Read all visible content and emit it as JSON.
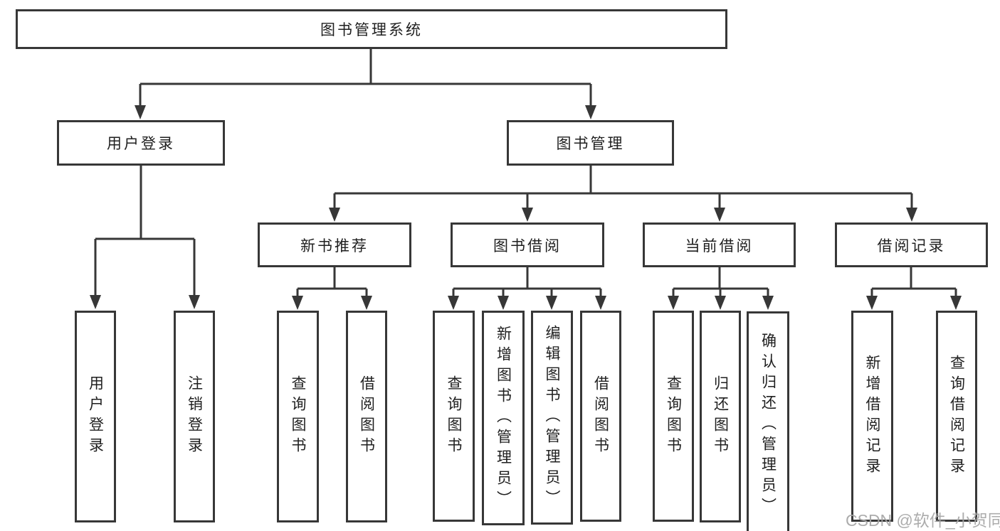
{
  "diagram_title": "图书管理系统",
  "nodes": {
    "root": "图书管理系统",
    "user_login": "用户登录",
    "book_mgmt": "图书管理",
    "new_book_rec": "新书推荐",
    "book_borrow": "图书借阅",
    "current_borrow": "当前借阅",
    "borrow_record": "借阅记录",
    "ul_login": "用户登录",
    "ul_logout": "注销登录",
    "nbr_query": "查询图书",
    "nbr_borrow": "借阅图书",
    "bb_query": "查询图书",
    "bb_add": "新增图书（管理员）",
    "bb_edit": "编辑图书（管理员）",
    "bb_borrow": "借阅图书",
    "cb_query": "查询图书",
    "cb_return": "归还图书",
    "cb_confirm": "确认归还（管理员）",
    "br_add": "新增借阅记录",
    "br_query": "查询借阅记录"
  },
  "hierarchy": {
    "图书管理系统": {
      "用户登录": [
        "用户登录",
        "注销登录"
      ],
      "图书管理": {
        "新书推荐": [
          "查询图书",
          "借阅图书"
        ],
        "图书借阅": [
          "查询图书",
          "新增图书（管理员）",
          "编辑图书（管理员）",
          "借阅图书"
        ],
        "当前借阅": [
          "查询图书",
          "归还图书",
          "确认归还（管理员）"
        ],
        "借阅记录": [
          "新增借阅记录",
          "查询借阅记录"
        ]
      }
    }
  },
  "watermark": "CSDN @软件_小贺同学",
  "colors": {
    "line": "#373737",
    "text": "#1f1f1f",
    "watermark": "#a6a6a6",
    "background": "#ffffff"
  }
}
